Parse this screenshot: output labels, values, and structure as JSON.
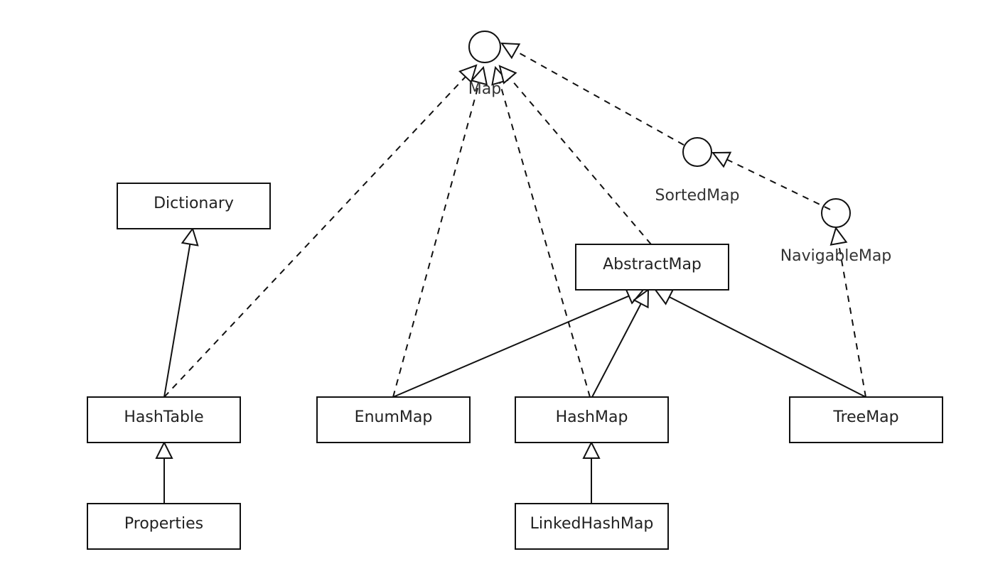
{
  "diagram": {
    "type": "uml-class-diagram",
    "colors": {
      "line": "#111111",
      "box_fill": "#ffffff",
      "text": "#222222",
      "background": "#ffffff"
    },
    "interfaces": [
      {
        "id": "map",
        "label": "Map"
      },
      {
        "id": "sortedmap",
        "label": "SortedMap"
      },
      {
        "id": "navigablemap",
        "label": "NavigableMap"
      }
    ],
    "classes": [
      {
        "id": "dictionary",
        "label": "Dictionary"
      },
      {
        "id": "abstractmap",
        "label": "AbstractMap"
      },
      {
        "id": "hashtable",
        "label": "HashTable"
      },
      {
        "id": "enummap",
        "label": "EnumMap"
      },
      {
        "id": "hashmap",
        "label": "HashMap"
      },
      {
        "id": "treemap",
        "label": "TreeMap"
      },
      {
        "id": "properties",
        "label": "Properties"
      },
      {
        "id": "linkedhashmap",
        "label": "LinkedHashMap"
      }
    ],
    "relations": [
      {
        "from": "sortedmap",
        "to": "map",
        "kind": "realization"
      },
      {
        "from": "navigablemap",
        "to": "sortedmap",
        "kind": "realization"
      },
      {
        "from": "hashtable",
        "to": "map",
        "kind": "realization"
      },
      {
        "from": "enummap",
        "to": "map",
        "kind": "realization"
      },
      {
        "from": "hashmap",
        "to": "map",
        "kind": "realization"
      },
      {
        "from": "abstractmap",
        "to": "map",
        "kind": "realization"
      },
      {
        "from": "treemap",
        "to": "navigablemap",
        "kind": "realization"
      },
      {
        "from": "hashtable",
        "to": "dictionary",
        "kind": "generalization"
      },
      {
        "from": "enummap",
        "to": "abstractmap",
        "kind": "generalization"
      },
      {
        "from": "hashmap",
        "to": "abstractmap",
        "kind": "generalization"
      },
      {
        "from": "treemap",
        "to": "abstractmap",
        "kind": "generalization"
      },
      {
        "from": "properties",
        "to": "hashtable",
        "kind": "generalization"
      },
      {
        "from": "linkedhashmap",
        "to": "hashmap",
        "kind": "generalization"
      }
    ]
  }
}
